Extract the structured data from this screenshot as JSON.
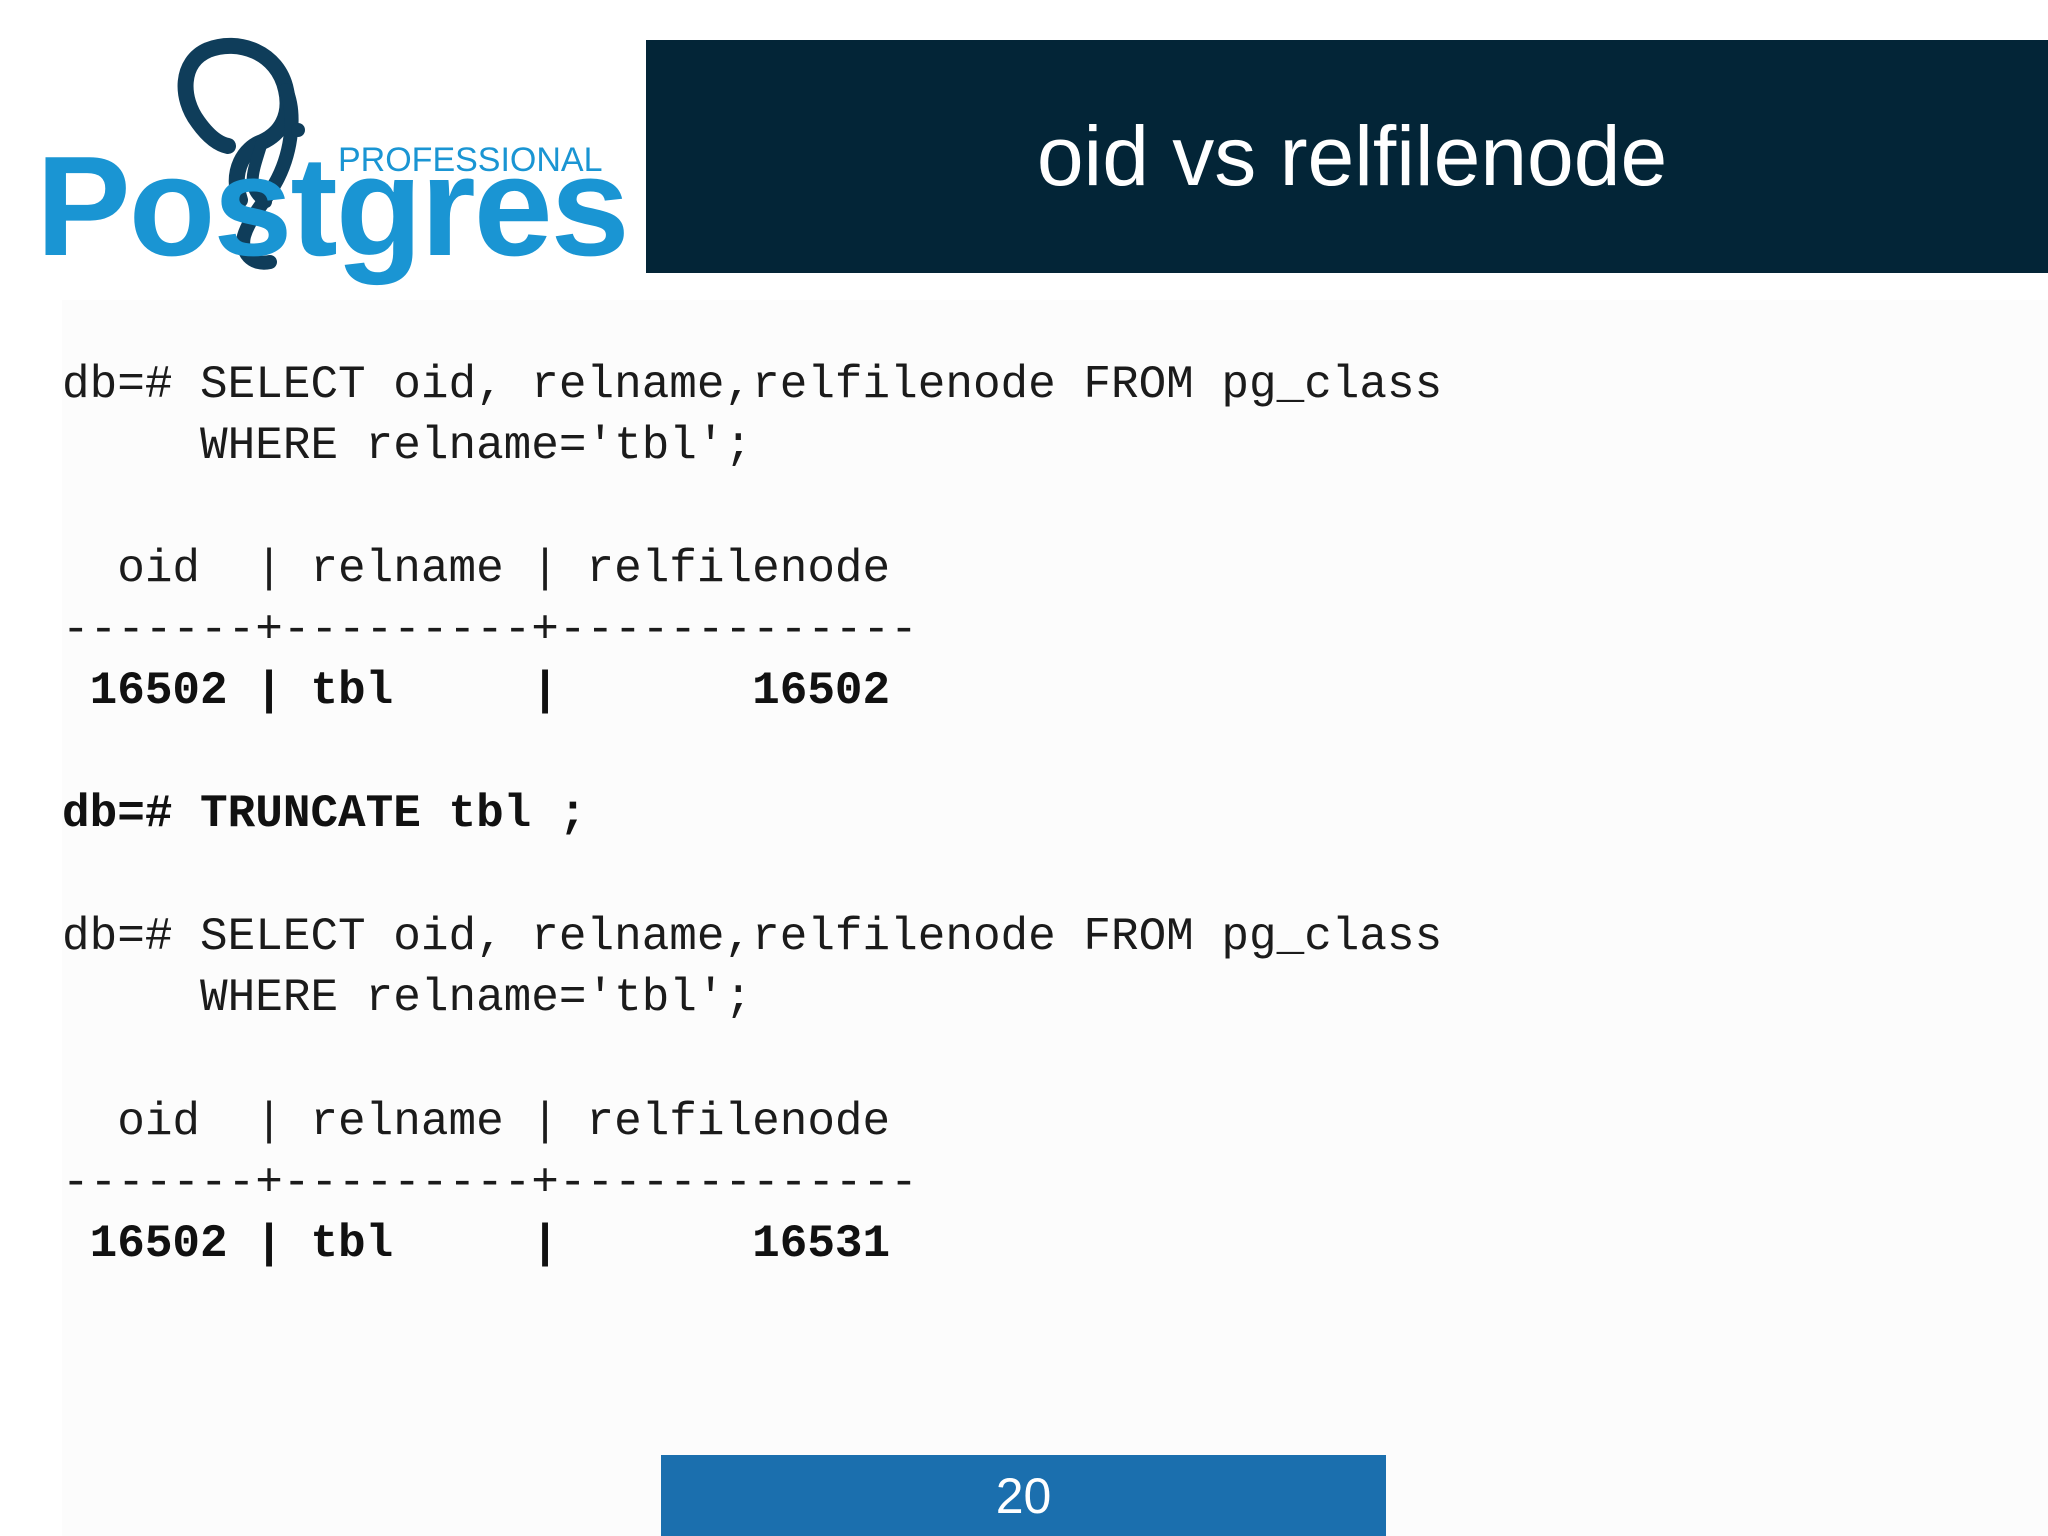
{
  "logo": {
    "tagline": "PROFESSIONAL",
    "wordmark": "Postgres",
    "colors": {
      "primary": "#1a95d3",
      "dark": "#0f3d5a"
    }
  },
  "header": {
    "title": "oid vs relfilenode",
    "background": "#032537"
  },
  "code": {
    "query1_line1": "db=# SELECT oid, relname,relfilenode FROM pg_class",
    "query1_line2": "     WHERE relname='tbl';",
    "table1_header": "  oid  | relname | relfilenode",
    "table1_sep": "-------+---------+-------------",
    "table1_row": " 16502 | tbl     |       16502",
    "truncate": "db=# TRUNCATE tbl ;",
    "query2_line1": "db=# SELECT oid, relname,relfilenode FROM pg_class",
    "query2_line2": "     WHERE relname='tbl';",
    "table2_header": "  oid  | relname | relfilenode",
    "table2_sep": "-------+---------+-------------",
    "table2_row": " 16502 | tbl     |       16531"
  },
  "footer": {
    "page_number": "20",
    "background": "#1b6fae"
  }
}
